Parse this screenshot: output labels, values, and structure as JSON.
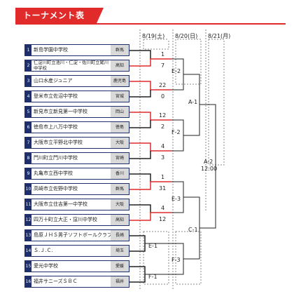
{
  "header": {
    "title": "トーナメント表",
    "accent_color": "#e12a2a"
  },
  "dates": [
    "8/19(土)",
    "8/20(日)",
    "8/21(月)"
  ],
  "teams": [
    {
      "num": "1",
      "name": "新島学園中学校",
      "pref": "群馬"
    },
    {
      "num": "2",
      "name": "仁淀川町立池川・仁淀・佐川町立尾川中学校",
      "pref": "高知"
    },
    {
      "num": "3",
      "name": "山口水産ジュニア",
      "pref": "鹿児島"
    },
    {
      "num": "4",
      "name": "登米市立佐沼中学校",
      "pref": "宮城"
    },
    {
      "num": "5",
      "name": "新見市立新見第一中学校",
      "pref": "岡山"
    },
    {
      "num": "6",
      "name": "徳島市上八万中学校",
      "pref": "徳島"
    },
    {
      "num": "7",
      "name": "大阪市立平野北中学校",
      "pref": "大阪"
    },
    {
      "num": "8",
      "name": "門川町立門川中学校",
      "pref": "宮崎"
    },
    {
      "num": "9",
      "name": "丸亀市立西中学校",
      "pref": "香川"
    },
    {
      "num": "10",
      "name": "高崎市立佐野中学校",
      "pref": "群馬"
    },
    {
      "num": "11",
      "name": "大阪市立住吉第一中学校",
      "pref": "大阪"
    },
    {
      "num": "12",
      "name": "四万十町立大正・窪川中学校",
      "pref": "高知"
    },
    {
      "num": "13",
      "name": "島原ＪＨＳ男子ソフトボールクラブ",
      "pref": "長崎"
    },
    {
      "num": "14",
      "name": "Ｓ.Ｊ.Ｃ.",
      "pref": "埼玉"
    },
    {
      "num": "15",
      "name": "愛光中学校",
      "pref": "愛媛"
    },
    {
      "num": "16",
      "name": "福井サニーズＳＢＣ",
      "pref": "福井"
    }
  ],
  "scores": {
    "m1_top": "1",
    "m1_bot": "7",
    "m2_top": "22",
    "m2_bot": "0",
    "m3_top": "12",
    "m3_bot": "2",
    "m4_top": "4",
    "m4_bot": "3",
    "m5_top": "1",
    "m5_bot": "31",
    "m6_top": "4",
    "m6_bot": "12"
  },
  "match_labels": {
    "e2": "E-2",
    "f2": "F-2",
    "e3": "E-3",
    "e1": "E-1",
    "f3": "F-3",
    "f1": "F-1",
    "a1": "A-1",
    "c1": "C-1",
    "a2": "A-2",
    "a2_time": "12:00"
  },
  "colors": {
    "winner_line": "#e12a2a",
    "line": "#222222",
    "dashed": "#888888",
    "num_bg": "#1f2f6b",
    "pref_bg": "#d9d9d9"
  }
}
